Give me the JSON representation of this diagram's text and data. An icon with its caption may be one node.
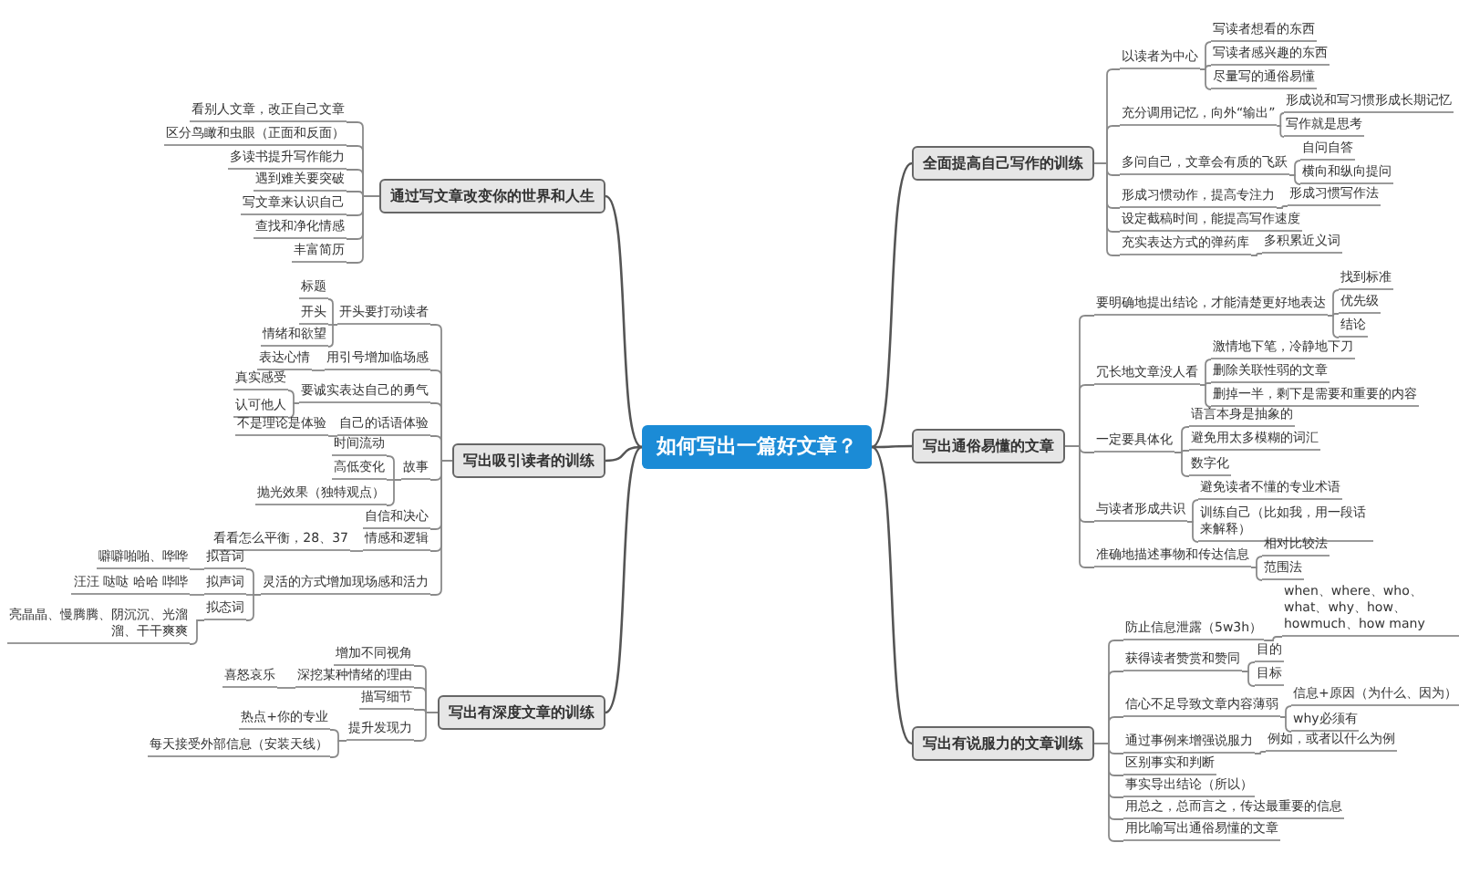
{
  "diagram": {
    "nodes": [
      {
        "text": [
          "如何写出一篇好文章？"
        ]
      },
      {
        "text": [
          "全面提高自己写作的训练"
        ]
      },
      {
        "text": [
          "以读者为中心"
        ]
      },
      {
        "text": [
          "写读者想看的东西"
        ]
      },
      {
        "text": [
          "写读者感兴趣的东西"
        ]
      },
      {
        "text": [
          "尽量写的通俗易懂"
        ]
      },
      {
        "text": [
          "充分调用记忆，向外“输出”"
        ]
      },
      {
        "text": [
          "形成说和写习惯形成长期记忆"
        ]
      },
      {
        "text": [
          "写作就是思考"
        ]
      },
      {
        "text": [
          "多问自己，文章会有质的飞跃"
        ]
      },
      {
        "text": [
          "自问自答"
        ]
      },
      {
        "text": [
          "横向和纵向提问"
        ]
      },
      {
        "text": [
          "形成习惯动作，提高专注力"
        ]
      },
      {
        "text": [
          "形成习惯写作法"
        ]
      },
      {
        "text": [
          "设定截稿时间，能提高写作速度"
        ]
      },
      {
        "text": [
          "充实表达方式的弹药库"
        ]
      },
      {
        "text": [
          "多积累近义词"
        ]
      },
      {
        "text": [
          "写出通俗易懂的文章"
        ]
      },
      {
        "text": [
          "要明确地提出结论，才能清楚更好地表达"
        ]
      },
      {
        "text": [
          "找到标准"
        ]
      },
      {
        "text": [
          "优先级"
        ]
      },
      {
        "text": [
          "结论"
        ]
      },
      {
        "text": [
          "冗长地文章没人看"
        ]
      },
      {
        "text": [
          "激情地下笔，冷静地下刀"
        ]
      },
      {
        "text": [
          "删除关联性弱的文章"
        ]
      },
      {
        "text": [
          "删掉一半，剩下是需要和重要的内容"
        ]
      },
      {
        "text": [
          "一定要具体化"
        ]
      },
      {
        "text": [
          "语言本身是抽象的"
        ]
      },
      {
        "text": [
          "避免用太多模糊的词汇"
        ]
      },
      {
        "text": [
          "数字化"
        ]
      },
      {
        "text": [
          "与读者形成共识"
        ]
      },
      {
        "text": [
          "避免读者不懂的专业术语"
        ]
      },
      {
        "text": [
          "训练自己（比如我，用一段话来解释）"
        ]
      },
      {
        "text": [
          "准确地描述事物和传达信息"
        ]
      },
      {
        "text": [
          "相对比较法"
        ]
      },
      {
        "text": [
          "范围法"
        ]
      },
      {
        "text": [
          "写出有说服力的文章训练"
        ]
      },
      {
        "text": [
          "防止信息泄露（5w3h）"
        ]
      },
      {
        "text": [
          "when、where、who、what、why、how、howmuch、how many"
        ]
      },
      {
        "text": [
          "获得读者赞赏和赞同"
        ]
      },
      {
        "text": [
          "目的"
        ]
      },
      {
        "text": [
          "目标"
        ]
      },
      {
        "text": [
          "信心不足导致文章内容薄弱"
        ]
      },
      {
        "text": [
          "信息+原因（为什么、因为）"
        ]
      },
      {
        "text": [
          "why必须有"
        ]
      },
      {
        "text": [
          "通过事例来增强说服力"
        ]
      },
      {
        "text": [
          "例如，或者以什么为例"
        ]
      },
      {
        "text": [
          "区别事实和判断"
        ]
      },
      {
        "text": [
          "事实导出结论（所以）"
        ]
      },
      {
        "text": [
          "用总之，总而言之，传达最重要的信息"
        ]
      },
      {
        "text": [
          "用比喻写出通俗易懂的文章"
        ]
      },
      {
        "text": [
          "通过写文章改变你的世界和人生"
        ]
      },
      {
        "text": [
          "看别人文章，改正自己文章"
        ]
      },
      {
        "text": [
          "区分鸟瞰和虫眼（正面和反面）"
        ]
      },
      {
        "text": [
          "多读书提升写作能力"
        ]
      },
      {
        "text": [
          "遇到难关要突破"
        ]
      },
      {
        "text": [
          "写文章来认识自己"
        ]
      },
      {
        "text": [
          "查找和净化情感"
        ]
      },
      {
        "text": [
          "丰富简历"
        ]
      },
      {
        "text": [
          "写出吸引读者的训练"
        ]
      },
      {
        "text": [
          "开头要打动读者"
        ]
      },
      {
        "text": [
          "标题"
        ]
      },
      {
        "text": [
          "开头"
        ]
      },
      {
        "text": [
          "情绪和欲望"
        ]
      },
      {
        "text": [
          "用引号增加临场感"
        ]
      },
      {
        "text": [
          "表达心情"
        ]
      },
      {
        "text": [
          "要诚实表达自己的勇气"
        ]
      },
      {
        "text": [
          "真实感受"
        ]
      },
      {
        "text": [
          "认可他人"
        ]
      },
      {
        "text": [
          "自己的话语体验"
        ]
      },
      {
        "text": [
          "不是理论是体验"
        ]
      },
      {
        "text": [
          "故事"
        ]
      },
      {
        "text": [
          "时间流动"
        ]
      },
      {
        "text": [
          "高低变化"
        ]
      },
      {
        "text": [
          "抛光效果（独特观点）"
        ]
      },
      {
        "text": [
          "自信和决心"
        ]
      },
      {
        "text": [
          "情感和逻辑"
        ]
      },
      {
        "text": [
          "看看怎么平衡，28、37"
        ]
      },
      {
        "text": [
          "灵活的方式增加现场感和活力"
        ]
      },
      {
        "text": [
          "拟音词"
        ]
      },
      {
        "text": [
          "噼噼啪啪、哗哗"
        ]
      },
      {
        "text": [
          "拟声词"
        ]
      },
      {
        "text": [
          "汪汪 哒哒 哈哈 哔哔"
        ]
      },
      {
        "text": [
          "拟态词"
        ]
      },
      {
        "text": [
          "亮晶晶、慢腾腾、阴沉沉、光溜溜、干干爽爽"
        ]
      },
      {
        "text": [
          "写出有深度文章的训练"
        ]
      },
      {
        "text": [
          "增加不同视角"
        ]
      },
      {
        "text": [
          "深挖某种情绪的理由"
        ]
      },
      {
        "text": [
          "喜怒哀乐"
        ]
      },
      {
        "text": [
          "描写细节"
        ]
      },
      {
        "text": [
          "提升发现力"
        ]
      },
      {
        "text": [
          "热点+你的专业"
        ]
      },
      {
        "text": [
          "每天接受外部信息（安装天线）"
        ]
      }
    ],
    "edges": [
      {
        "from": 0,
        "to": 1,
        "arrow": "none"
      },
      {
        "from": 0,
        "to": 17,
        "arrow": "none"
      },
      {
        "from": 0,
        "to": 36,
        "arrow": "none"
      },
      {
        "from": 0,
        "to": 51,
        "arrow": "none"
      },
      {
        "from": 0,
        "to": 59,
        "arrow": "none"
      },
      {
        "from": 0,
        "to": 85,
        "arrow": "none"
      },
      {
        "from": 1,
        "to": 2,
        "arrow": "none"
      },
      {
        "from": 1,
        "to": 6,
        "arrow": "none"
      },
      {
        "from": 1,
        "to": 9,
        "arrow": "none"
      },
      {
        "from": 1,
        "to": 12,
        "arrow": "none"
      },
      {
        "from": 1,
        "to": 14,
        "arrow": "none"
      },
      {
        "from": 1,
        "to": 15,
        "arrow": "none"
      },
      {
        "from": 2,
        "to": 3,
        "arrow": "none"
      },
      {
        "from": 2,
        "to": 4,
        "arrow": "none"
      },
      {
        "from": 2,
        "to": 5,
        "arrow": "none"
      },
      {
        "from": 6,
        "to": 7,
        "arrow": "none"
      },
      {
        "from": 6,
        "to": 8,
        "arrow": "none"
      },
      {
        "from": 9,
        "to": 10,
        "arrow": "none"
      },
      {
        "from": 9,
        "to": 11,
        "arrow": "none"
      },
      {
        "from": 12,
        "to": 13,
        "arrow": "none"
      },
      {
        "from": 15,
        "to": 16,
        "arrow": "none"
      },
      {
        "from": 17,
        "to": 18,
        "arrow": "none"
      },
      {
        "from": 17,
        "to": 22,
        "arrow": "none"
      },
      {
        "from": 17,
        "to": 26,
        "arrow": "none"
      },
      {
        "from": 17,
        "to": 30,
        "arrow": "none"
      },
      {
        "from": 17,
        "to": 33,
        "arrow": "none"
      },
      {
        "from": 18,
        "to": 19,
        "arrow": "none"
      },
      {
        "from": 18,
        "to": 20,
        "arrow": "none"
      },
      {
        "from": 18,
        "to": 21,
        "arrow": "none"
      },
      {
        "from": 22,
        "to": 23,
        "arrow": "none"
      },
      {
        "from": 22,
        "to": 24,
        "arrow": "none"
      },
      {
        "from": 22,
        "to": 25,
        "arrow": "none"
      },
      {
        "from": 26,
        "to": 27,
        "arrow": "none"
      },
      {
        "from": 26,
        "to": 28,
        "arrow": "none"
      },
      {
        "from": 26,
        "to": 29,
        "arrow": "none"
      },
      {
        "from": 30,
        "to": 31,
        "arrow": "none"
      },
      {
        "from": 30,
        "to": 32,
        "arrow": "none"
      },
      {
        "from": 33,
        "to": 34,
        "arrow": "none"
      },
      {
        "from": 33,
        "to": 35,
        "arrow": "none"
      },
      {
        "from": 36,
        "to": 37,
        "arrow": "none"
      },
      {
        "from": 36,
        "to": 39,
        "arrow": "none"
      },
      {
        "from": 36,
        "to": 42,
        "arrow": "none"
      },
      {
        "from": 36,
        "to": 45,
        "arrow": "none"
      },
      {
        "from": 36,
        "to": 47,
        "arrow": "none"
      },
      {
        "from": 36,
        "to": 48,
        "arrow": "none"
      },
      {
        "from": 36,
        "to": 49,
        "arrow": "none"
      },
      {
        "from": 36,
        "to": 50,
        "arrow": "none"
      },
      {
        "from": 37,
        "to": 38,
        "arrow": "none"
      },
      {
        "from": 39,
        "to": 40,
        "arrow": "none"
      },
      {
        "from": 39,
        "to": 41,
        "arrow": "none"
      },
      {
        "from": 42,
        "to": 43,
        "arrow": "none"
      },
      {
        "from": 42,
        "to": 44,
        "arrow": "none"
      },
      {
        "from": 45,
        "to": 46,
        "arrow": "none"
      },
      {
        "from": 51,
        "to": 52,
        "arrow": "none"
      },
      {
        "from": 51,
        "to": 53,
        "arrow": "none"
      },
      {
        "from": 51,
        "to": 54,
        "arrow": "none"
      },
      {
        "from": 51,
        "to": 55,
        "arrow": "none"
      },
      {
        "from": 51,
        "to": 56,
        "arrow": "none"
      },
      {
        "from": 51,
        "to": 57,
        "arrow": "none"
      },
      {
        "from": 51,
        "to": 58,
        "arrow": "none"
      },
      {
        "from": 59,
        "to": 60,
        "arrow": "none"
      },
      {
        "from": 59,
        "to": 64,
        "arrow": "none"
      },
      {
        "from": 59,
        "to": 66,
        "arrow": "none"
      },
      {
        "from": 59,
        "to": 69,
        "arrow": "none"
      },
      {
        "from": 59,
        "to": 71,
        "arrow": "none"
      },
      {
        "from": 59,
        "to": 75,
        "arrow": "none"
      },
      {
        "from": 59,
        "to": 76,
        "arrow": "none"
      },
      {
        "from": 59,
        "to": 78,
        "arrow": "none"
      },
      {
        "from": 60,
        "to": 61,
        "arrow": "none"
      },
      {
        "from": 60,
        "to": 62,
        "arrow": "none"
      },
      {
        "from": 60,
        "to": 63,
        "arrow": "none"
      },
      {
        "from": 64,
        "to": 65,
        "arrow": "none"
      },
      {
        "from": 66,
        "to": 67,
        "arrow": "none"
      },
      {
        "from": 66,
        "to": 68,
        "arrow": "none"
      },
      {
        "from": 69,
        "to": 70,
        "arrow": "none"
      },
      {
        "from": 71,
        "to": 72,
        "arrow": "none"
      },
      {
        "from": 71,
        "to": 73,
        "arrow": "none"
      },
      {
        "from": 71,
        "to": 74,
        "arrow": "none"
      },
      {
        "from": 76,
        "to": 77,
        "arrow": "none"
      },
      {
        "from": 78,
        "to": 79,
        "arrow": "none"
      },
      {
        "from": 78,
        "to": 81,
        "arrow": "none"
      },
      {
        "from": 78,
        "to": 83,
        "arrow": "none"
      },
      {
        "from": 79,
        "to": 80,
        "arrow": "none"
      },
      {
        "from": 81,
        "to": 82,
        "arrow": "none"
      },
      {
        "from": 83,
        "to": 84,
        "arrow": "none"
      },
      {
        "from": 85,
        "to": 86,
        "arrow": "none"
      },
      {
        "from": 85,
        "to": 87,
        "arrow": "none"
      },
      {
        "from": 85,
        "to": 89,
        "arrow": "none"
      },
      {
        "from": 85,
        "to": 90,
        "arrow": "none"
      },
      {
        "from": 87,
        "to": 88,
        "arrow": "none"
      },
      {
        "from": 90,
        "to": 91,
        "arrow": "none"
      },
      {
        "from": 90,
        "to": 92,
        "arrow": "none"
      }
    ]
  }
}
